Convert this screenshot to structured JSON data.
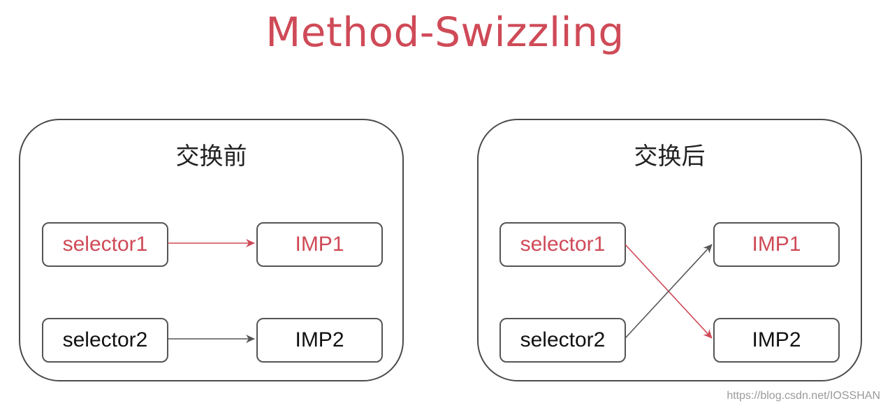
{
  "title": "Method-Swizzling",
  "panels": {
    "before": {
      "title": "交换前",
      "selector1": "selector1",
      "selector2": "selector2",
      "imp1": "IMP1",
      "imp2": "IMP2"
    },
    "after": {
      "title": "交换后",
      "selector1": "selector1",
      "selector2": "selector2",
      "imp1": "IMP1",
      "imp2": "IMP2"
    }
  },
  "colors": {
    "accent_red": "#cf4a57",
    "arrow_gray": "#555555",
    "border": "#4a4a4a"
  },
  "watermark": "https://blog.csdn.net/IOSSHAN"
}
